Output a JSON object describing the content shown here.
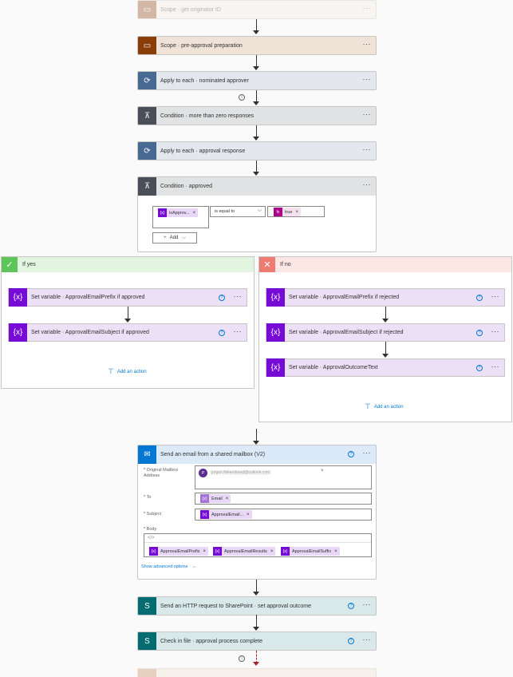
{
  "cards": {
    "scope_originator": "Scope · get originator ID",
    "scope_preapproval": "Scope · pre-approval preparation",
    "apply_nominated": "Apply to each · nominated approver",
    "cond_more_than_zero": "Condition · more than zero responses",
    "apply_response": "Apply to each · approval response",
    "cond_approved": "Condition · approved"
  },
  "condition": {
    "left_token": "isApprov...",
    "operator": "is equal to",
    "right_token": "true",
    "add_label": "Add"
  },
  "branches": {
    "yes": {
      "title": "If yes",
      "actions": [
        "Set variable · ApprovalEmailPrefix if approved",
        "Set variable · ApprovalEmailSubject if approved"
      ],
      "add_action": "Add an action"
    },
    "no": {
      "title": "If no",
      "actions": [
        "Set variable · ApprovalEmailPrefix if rejected",
        "Set variable · ApprovalEmailSubject if rejected",
        "Set variable · ApprovalOutcomeText"
      ],
      "add_action": "Add an action"
    }
  },
  "email": {
    "title": "Send an email from a shared mailbox (V2)",
    "mailbox_label": "Original Mailbox Address",
    "mailbox_value": "jorgen.fiskerstrand@outlook.com",
    "to_label": "To",
    "to_token": "Email",
    "subject_label": "Subject",
    "subject_token": "ApprovalEmail...",
    "body_label": "Body",
    "body_code": "</>",
    "body_tokens": [
      "ApprovalEmailPrefix",
      "ApprovalEmailResults",
      "ApprovalEmailSuffix"
    ],
    "advanced": "Show advanced options"
  },
  "http_card": "Send an HTTP request to SharePoint · set approval outcome",
  "checkin_card": "Check in file · approval process complete",
  "icons": {
    "help": "?",
    "more": "···",
    "info": "i",
    "close": "×",
    "fx": "fx",
    "variable": "{x}"
  },
  "colors": {
    "scope": "#8a3d07",
    "loop": "#486991",
    "condition": "#484f58",
    "variable": "#770bd6",
    "outlook": "#0078d4",
    "sharepoint": "#036c70",
    "yes": "#5ec55a",
    "no": "#ed7b71"
  }
}
